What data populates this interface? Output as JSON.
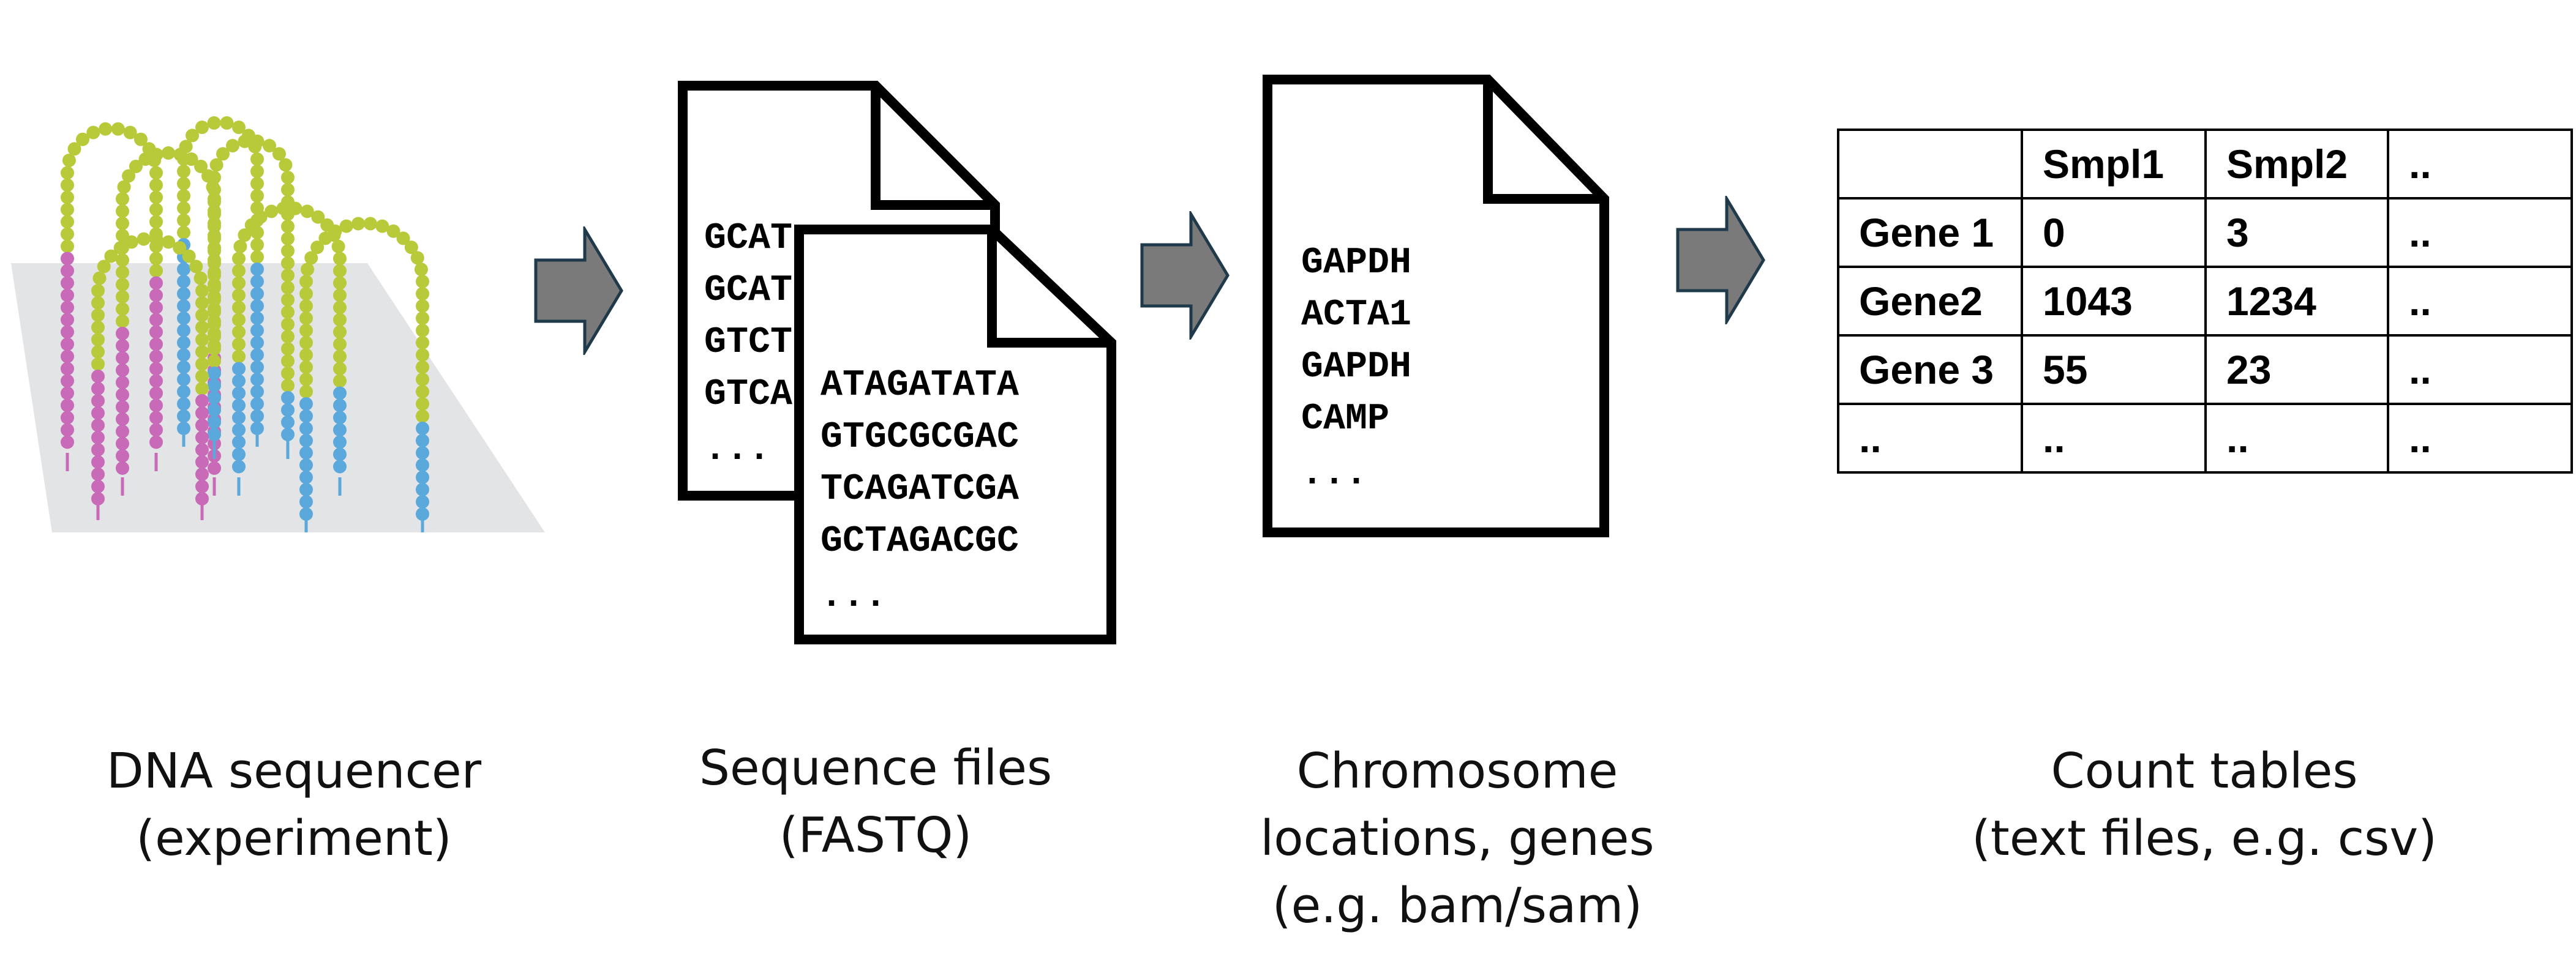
{
  "stages": [
    {
      "id": "sequencer",
      "caption_lines": [
        "DNA sequencer",
        "(experiment)"
      ]
    },
    {
      "id": "fastq",
      "caption_lines": [
        "Sequence files",
        "(FASTQ)"
      ],
      "back_file_lines": [
        "GCAT",
        "GCAT",
        "GTCT",
        "GTCA",
        "..."
      ],
      "front_file_lines": [
        "ATAGATATA",
        "GTGCGCGAC",
        "TCAGATCGA",
        "GCTAGACGC",
        "..."
      ]
    },
    {
      "id": "alignment",
      "caption_lines": [
        "Chromosome",
        "locations, genes",
        "(e.g. bam/sam)"
      ],
      "file_lines": [
        "GAPDH",
        "ACTA1",
        "GAPDH",
        "CAMP",
        "..."
      ]
    },
    {
      "id": "counts",
      "caption_lines": [
        "Count tables",
        "(text files, e.g. csv)"
      ],
      "table": {
        "header": [
          "",
          "Smpl1",
          "Smpl2",
          ".."
        ],
        "rows": [
          [
            "Gene 1",
            "0",
            "3",
            ".."
          ],
          [
            "Gene2",
            "1043",
            "1234",
            ".."
          ],
          [
            "Gene 3",
            "55",
            "23",
            ".."
          ],
          [
            "..",
            "..",
            "..",
            ".."
          ]
        ]
      }
    }
  ],
  "colors": {
    "arrow_fill": "#7a7a7a",
    "arrow_stroke": "#1f3a4a",
    "lime": "#b8c93a",
    "magenta": "#c86ab8",
    "blue": "#5aa8dc",
    "flowcell": "#e3e4e6"
  }
}
